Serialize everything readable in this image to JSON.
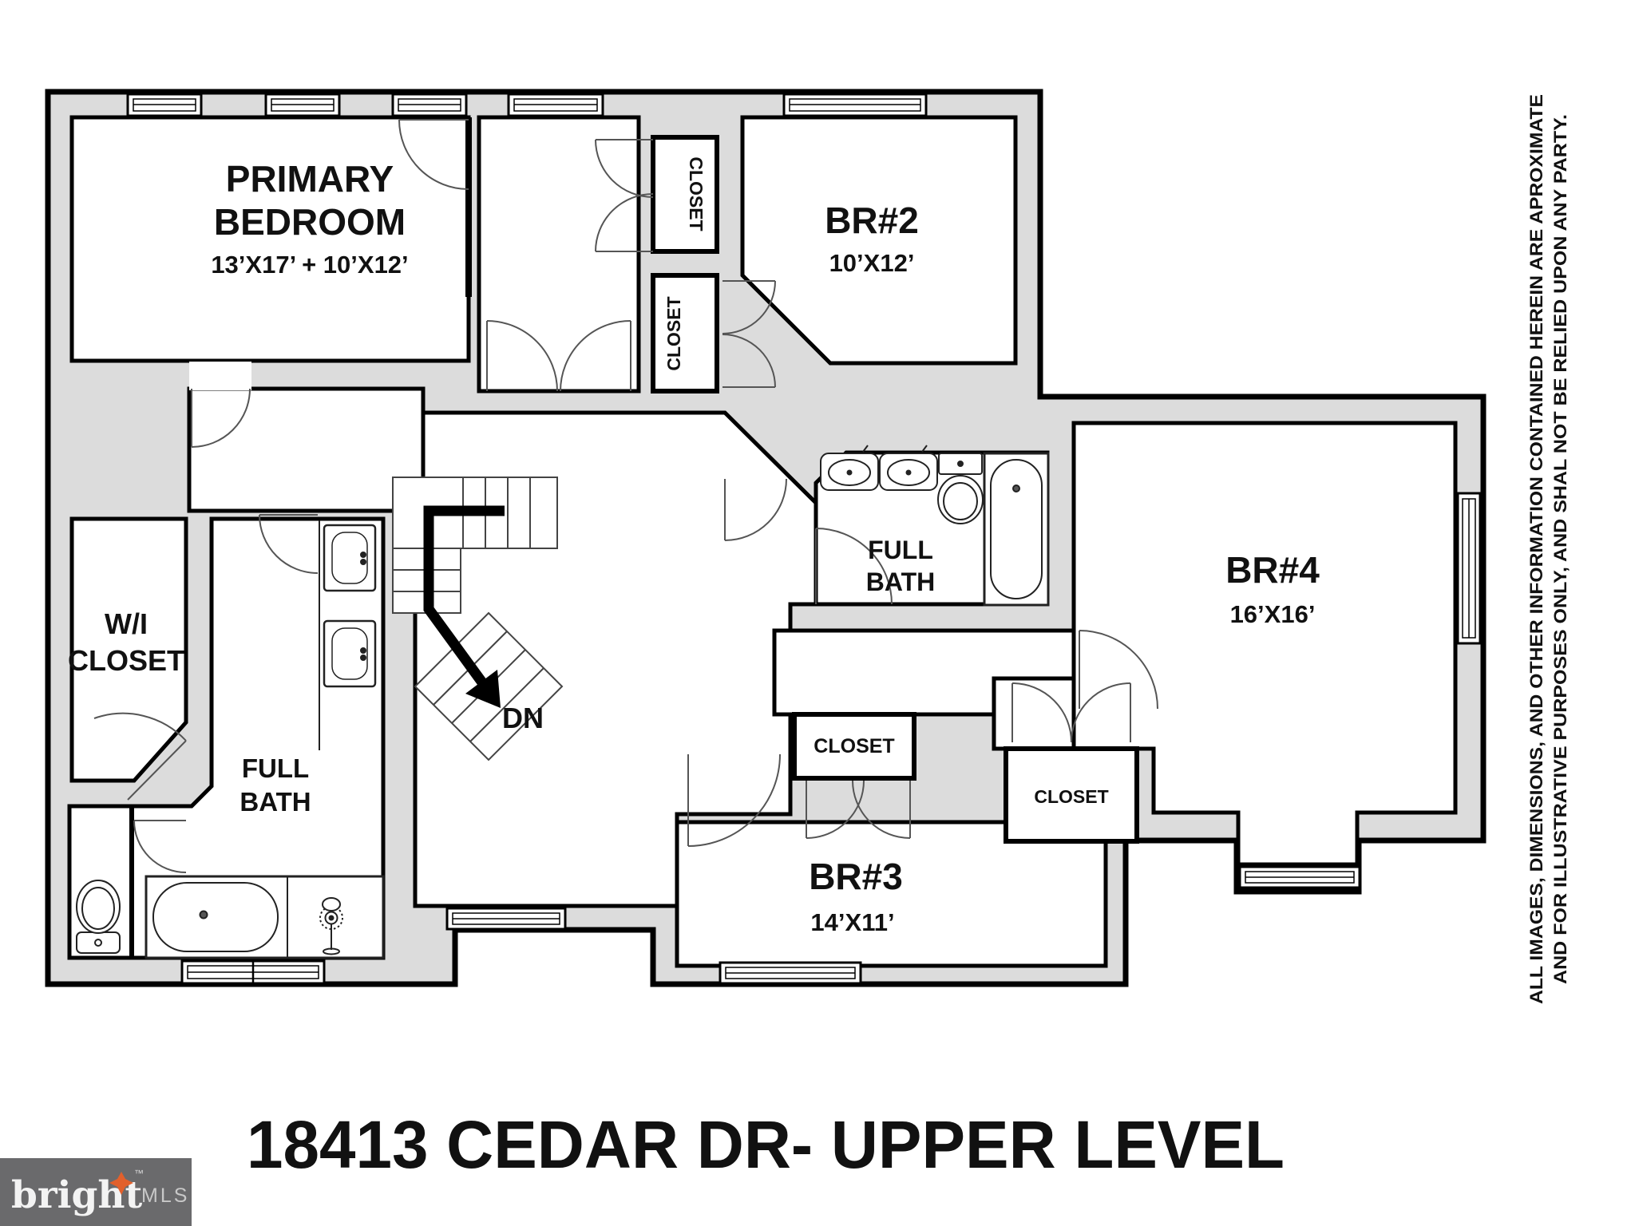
{
  "title": "18413 CEDAR DR- UPPER LEVEL",
  "rooms": {
    "primary": {
      "name_line1": "PRIMARY",
      "name_line2": "BEDROOM",
      "dims": "13’X17’ + 10’X12’"
    },
    "br2": {
      "name": "BR#2",
      "dims": "10’X12’"
    },
    "br3": {
      "name": "BR#3",
      "dims": "14’X11’"
    },
    "br4": {
      "name": "BR#4",
      "dims": "16’X16’"
    },
    "bath_upper": {
      "line1": "FULL",
      "line2": "BATH"
    },
    "bath_lower": {
      "line1": "FULL",
      "line2": "BATH"
    },
    "wi_closet": {
      "line1": "W/I",
      "line2": "CLOSET"
    }
  },
  "closets": {
    "primary_closet_upper": "CLOSET",
    "primary_closet_lower": "CLOSET",
    "br3_closet": "CLOSET",
    "br4_closet": "CLOSET"
  },
  "stairs": {
    "down_label": "DN"
  },
  "disclaimer": {
    "line1": "ALL IMAGES, DIMENSIONS, AND OTHER INFORMATION CONTAINED HEREIN ARE APROXIMATE",
    "line2": "AND FOR ILLUSTRATIVE PURPOSES ONLY, AND SHAL NOT BE RELIED UPON ANY PARTY."
  },
  "logo": {
    "brand": "bright",
    "tm": "™",
    "suffix": "MLS"
  },
  "colors": {
    "wall_fill": "#dcdcdc",
    "wall_stroke": "#000000",
    "logo_bg": "#6a6a6c",
    "logo_star": "#e2602c"
  }
}
